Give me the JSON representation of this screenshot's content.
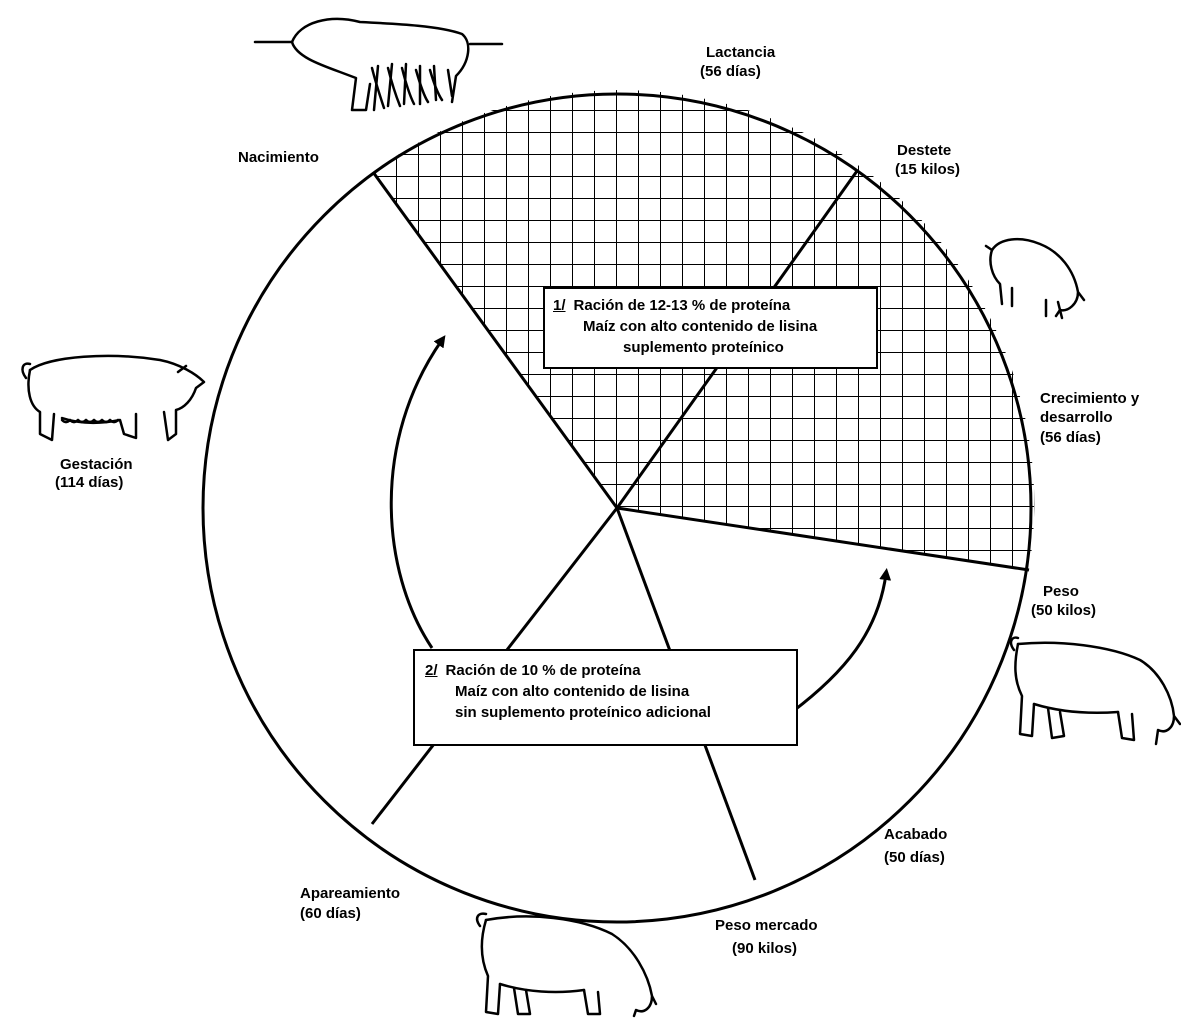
{
  "colors": {
    "ink": "#000000",
    "paper": "#ffffff"
  },
  "labels": {
    "lactancia": "Lactancia",
    "lactancia_dias": "(56 días)",
    "destete": "Destete",
    "destete_kilos": "(15 kilos)",
    "crecimiento_1": "Crecimiento y",
    "crecimiento_2": "desarrollo",
    "crecimiento_dias": "(56 días)",
    "peso": "Peso",
    "peso_kilos": "(50 kilos)",
    "acabado": "Acabado",
    "acabado_dias": "(50 días)",
    "peso_mercado": "Peso mercado",
    "peso_mercado_kilos": "(90 kilos)",
    "apareamiento": "Apareamiento",
    "apareamiento_dias": "(60 días)",
    "gestacion": "Gestación",
    "gestacion_dias": "(114 días)",
    "nacimiento": "Nacimiento"
  },
  "box1": {
    "number": "1/",
    "line1": "Ración de 12-13 % de proteína",
    "line2": "Maíz con alto contenido de lisina",
    "line3": "suplemento proteínico"
  },
  "box2": {
    "number": "2/",
    "line1": "Ración de 10 % de proteína",
    "line2": "Maíz con alto contenido de lisina",
    "line3": "sin suplemento proteínico adicional"
  },
  "icons": [
    "sow-nursing-piglets-icon",
    "piglet-icon",
    "pregnant-sow-icon",
    "grower-pig-icon",
    "market-pig-icon"
  ]
}
